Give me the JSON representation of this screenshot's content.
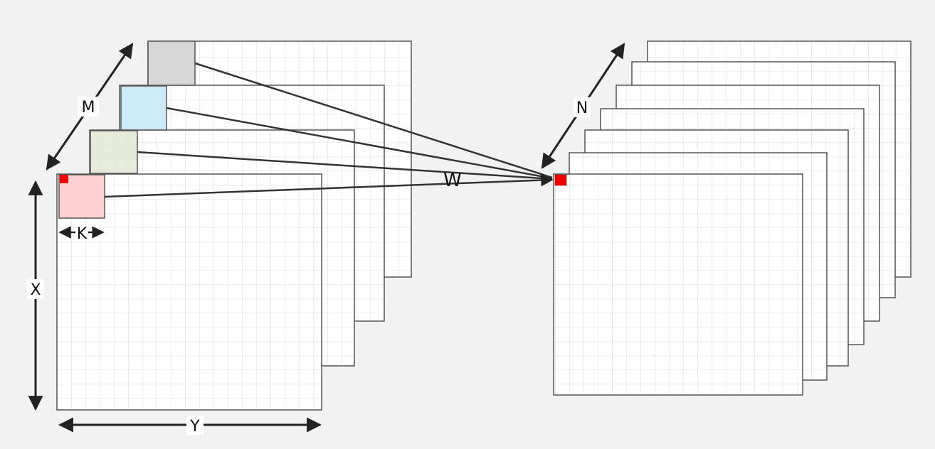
{
  "diagram": {
    "labels": {
      "m": "M",
      "k": "K",
      "x": "X",
      "y": "Y",
      "n": "N",
      "w": "W"
    },
    "input_feature_maps_count": 4,
    "output_feature_maps_count": 7,
    "colors": {
      "background": "#f2f2f2",
      "map_fill": "#ffffff",
      "map_border": "#555555",
      "grid_line": "#dddddd",
      "arrow": "#222222",
      "kernel_window_fills": [
        "#d3d3d3",
        "#c6e8f7",
        "#e4e9d6",
        "#ffcccc"
      ],
      "output_pixel": "#ee0000"
    }
  }
}
